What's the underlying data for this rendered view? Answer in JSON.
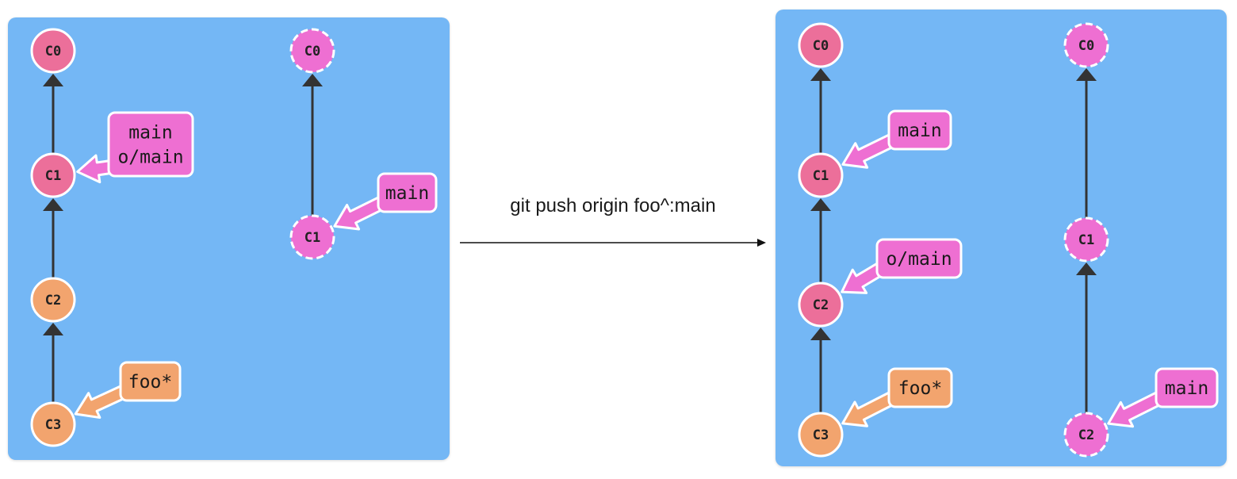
{
  "command": "git push origin foo^:main",
  "colors": {
    "panel": "#74b7f5",
    "pink_commit": "#ec6f9a",
    "orange_commit": "#f2a46e",
    "remote_commit": "#ee6fd2",
    "branch_pink": "#ee6fd2",
    "branch_orange": "#f2a46e",
    "edge": "#333333"
  },
  "before": {
    "local": {
      "commits": [
        {
          "id": "C0",
          "label": "C0",
          "color": "pink"
        },
        {
          "id": "C1",
          "label": "C1",
          "color": "pink"
        },
        {
          "id": "C2",
          "label": "C2",
          "color": "orange"
        },
        {
          "id": "C3",
          "label": "C3",
          "color": "orange"
        }
      ],
      "branches": [
        {
          "label": "main\no/main",
          "target": "C1",
          "color": "pink"
        },
        {
          "label": "foo*",
          "target": "C3",
          "color": "orange"
        }
      ]
    },
    "remote": {
      "commits": [
        {
          "id": "C0",
          "label": "C0"
        },
        {
          "id": "C1",
          "label": "C1"
        }
      ],
      "branches": [
        {
          "label": "main",
          "target": "C1"
        }
      ]
    }
  },
  "after": {
    "local": {
      "commits": [
        {
          "id": "C0",
          "label": "C0",
          "color": "pink"
        },
        {
          "id": "C1",
          "label": "C1",
          "color": "pink"
        },
        {
          "id": "C2",
          "label": "C2",
          "color": "pink"
        },
        {
          "id": "C3",
          "label": "C3",
          "color": "orange"
        }
      ],
      "branches": [
        {
          "label": "main",
          "target": "C1",
          "color": "pink"
        },
        {
          "label": "o/main",
          "target": "C2",
          "color": "pink"
        },
        {
          "label": "foo*",
          "target": "C3",
          "color": "orange"
        }
      ]
    },
    "remote": {
      "commits": [
        {
          "id": "C0",
          "label": "C0"
        },
        {
          "id": "C1",
          "label": "C1"
        },
        {
          "id": "C2",
          "label": "C2"
        }
      ],
      "branches": [
        {
          "label": "main",
          "target": "C2"
        }
      ]
    }
  }
}
